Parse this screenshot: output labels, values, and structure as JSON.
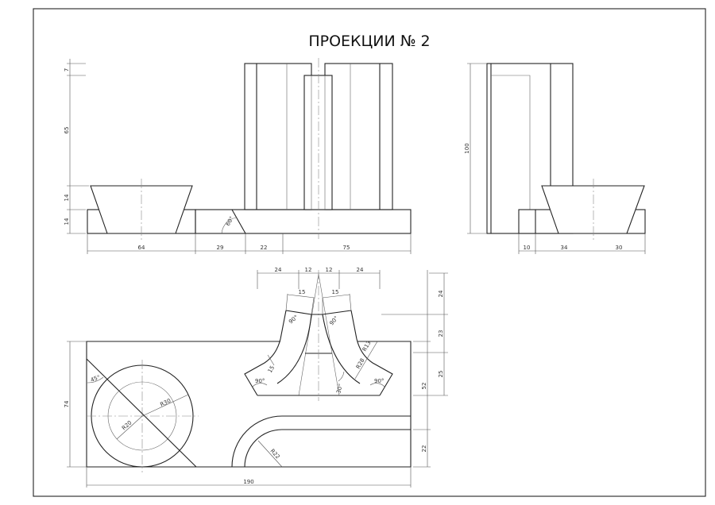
{
  "title": "ПРОЕКЦИИ № 2",
  "front_view": {
    "d_7": "7",
    "d_65": "65",
    "d_14a": "14",
    "d_14b": "14",
    "d_64": "64",
    "d_29": "29",
    "d_22": "22",
    "d_75": "75",
    "angle_60": "60°"
  },
  "side_view": {
    "d_100": "100",
    "d_10": "10",
    "d_34": "34",
    "d_30": "30"
  },
  "top_view": {
    "d_24l": "24",
    "d_12l": "12",
    "d_12r": "12",
    "d_24r": "24",
    "d_15l": "15",
    "d_15r": "15",
    "d_15b": "15",
    "d_v24": "24",
    "d_v23": "23",
    "d_v25": "25",
    "d_52": "52",
    "d_22": "22",
    "d_74": "74",
    "d_190": "190",
    "a_90tl": "90°",
    "a_90tr": "90°",
    "a_90bl": "90°",
    "a_90br": "90°",
    "a_30": "30°",
    "a_45": "45°",
    "r_30": "R30",
    "r_20": "R20",
    "r_22": "R22",
    "r_28": "R28",
    "r_13": "R13"
  }
}
